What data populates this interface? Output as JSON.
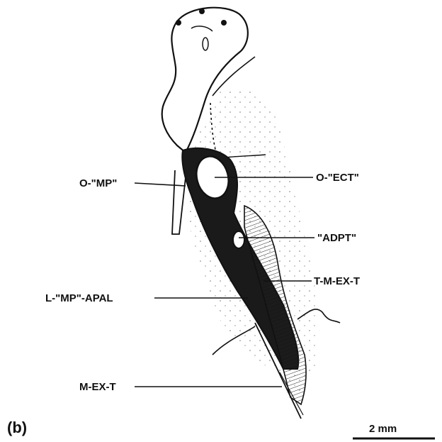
{
  "panel_label": "(b)",
  "labels": {
    "o_mp": "O-\"MP\"",
    "o_ect": "O-\"ECT\"",
    "adpt": "\"ADPT\"",
    "t_m_ex_t": "T-M-EX-T",
    "l_mp_apal": "L-\"MP\"-APAL",
    "m_ex_t": "M-EX-T"
  },
  "scale_bar": {
    "label": "2 mm"
  },
  "colors": {
    "ink": "#111111",
    "background": "#ffffff",
    "stipple": "#888888"
  }
}
